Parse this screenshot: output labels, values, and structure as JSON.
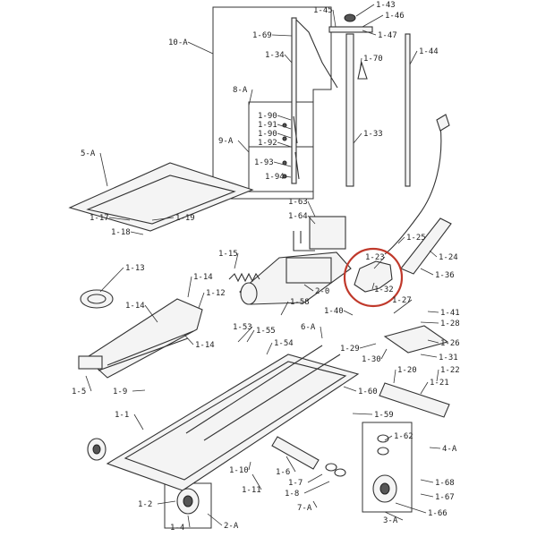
{
  "diagram": {
    "callouts": [
      "1-1",
      "1-2",
      "1-4",
      "1-5",
      "1-6",
      "1-7",
      "1-8",
      "1-9",
      "1-10",
      "1-11",
      "1-12",
      "1-13",
      "1-14",
      "1-15",
      "1-17",
      "1-18",
      "1-19",
      "1-20",
      "1-21",
      "1-22",
      "1-23",
      "1-24",
      "1-25",
      "1-26",
      "1-27",
      "1-28",
      "1-29",
      "1-30",
      "1-31",
      "1-32",
      "1-33",
      "1-34",
      "1-36",
      "1-40",
      "1-41",
      "1-43",
      "1-44",
      "1-45",
      "1-46",
      "1-47",
      "1-53",
      "1-54",
      "1-55",
      "1-58",
      "1-59",
      "1-60",
      "1-62",
      "1-63",
      "1-64",
      "1-66",
      "1-67",
      "1-68",
      "1-69",
      "1-70",
      "1-90",
      "1-91",
      "1-92",
      "1-93",
      "1-94",
      "2-0",
      "2-A",
      "3-A",
      "4-A",
      "5-A",
      "6-A",
      "7-A",
      "8-A",
      "9-A",
      "10-A"
    ],
    "highlight_color": "#c0392b"
  }
}
